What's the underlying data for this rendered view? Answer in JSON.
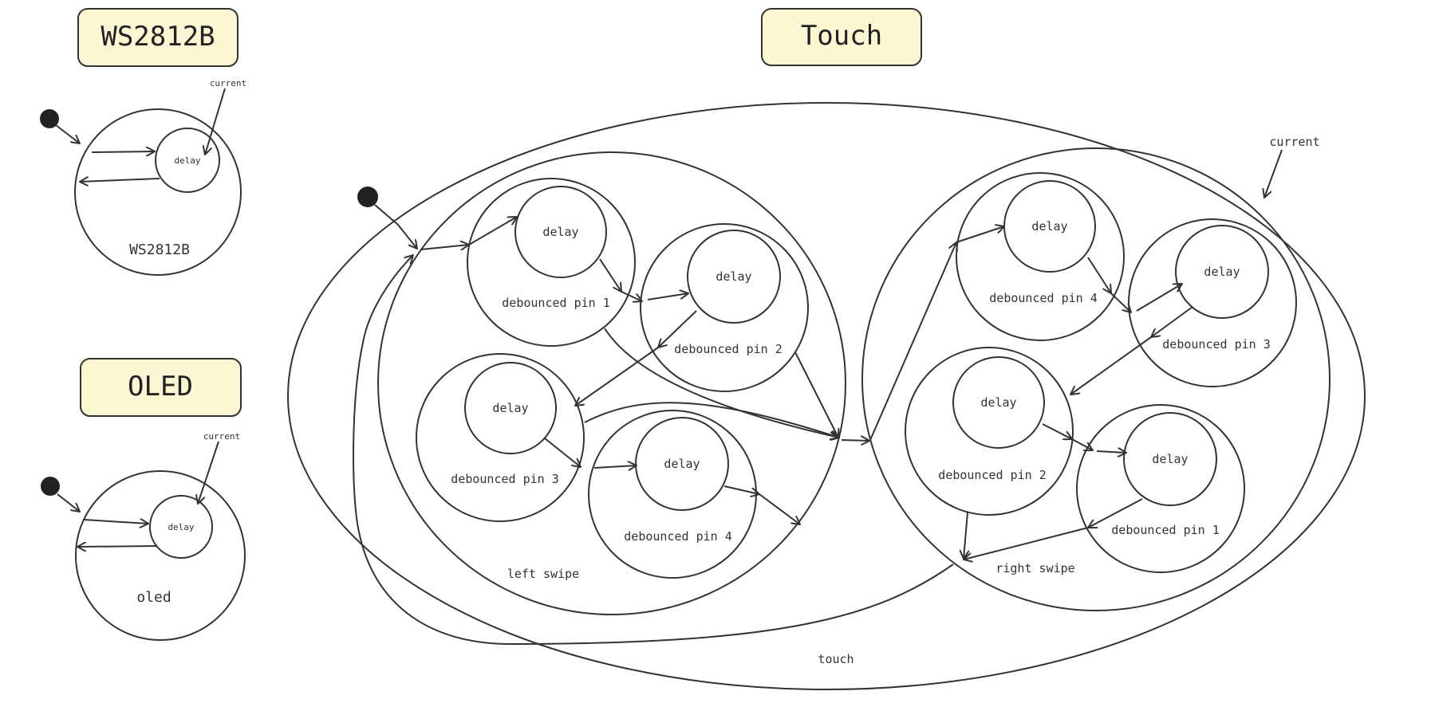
{
  "titles": {
    "ws2812b": "WS2812B",
    "touch": "Touch",
    "oled": "OLED"
  },
  "ws2812b_diagram": {
    "inner_state": "delay",
    "outer_state": "WS2812B",
    "pointer": "current"
  },
  "oled_diagram": {
    "inner_state": "delay",
    "outer_state": "oled",
    "pointer": "current"
  },
  "touch_diagram": {
    "outer_state": "touch",
    "pointer": "current",
    "left_swipe": {
      "label": "left swipe",
      "pins": [
        {
          "label": "debounced pin 1",
          "inner": "delay"
        },
        {
          "label": "debounced pin 2",
          "inner": "delay"
        },
        {
          "label": "debounced pin 3",
          "inner": "delay"
        },
        {
          "label": "debounced pin 4",
          "inner": "delay"
        }
      ]
    },
    "right_swipe": {
      "label": "right swipe",
      "pins": [
        {
          "label": "debounced pin 4",
          "inner": "delay"
        },
        {
          "label": "debounced pin 3",
          "inner": "delay"
        },
        {
          "label": "debounced pin 2",
          "inner": "delay"
        },
        {
          "label": "debounced pin 1",
          "inner": "delay"
        }
      ]
    }
  }
}
